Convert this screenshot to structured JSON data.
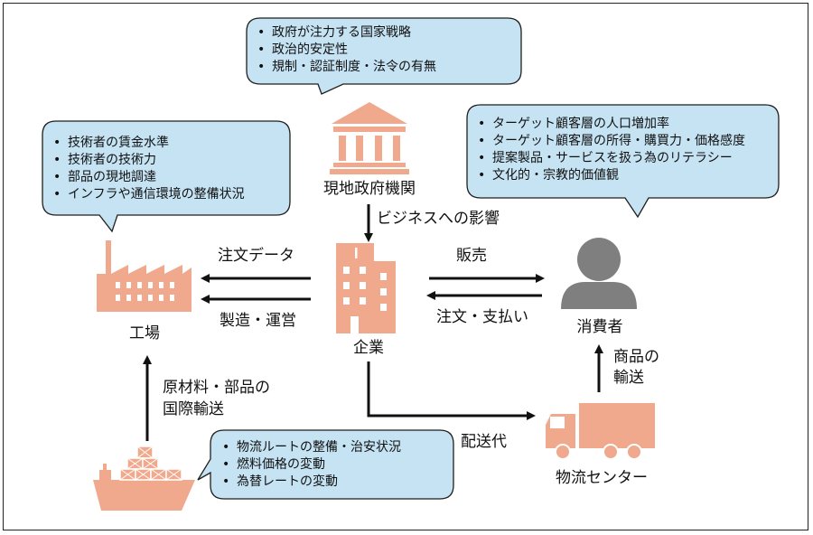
{
  "nodes": {
    "government": "現地政府機関",
    "company": "企業",
    "factory": "工場",
    "consumer": "消費者",
    "logistics_center": "物流センター"
  },
  "edges": {
    "business_impact": "ビジネスへの影響",
    "order_data": "注文データ",
    "manufacturing_operation": "製造・運営",
    "sales": "販売",
    "order_payment": "注文・支払い",
    "delivery_fee": "配送代",
    "product_transport": [
      "商品の",
      "輸送"
    ],
    "materials_transport": [
      "原材料・部品の",
      "国際輸送"
    ]
  },
  "bubbles": {
    "government": [
      "政府が注力する国家戦略",
      "政治的安定性",
      "規制・認証制度・法令の有無"
    ],
    "factory": [
      "技術者の賃金水準",
      "技術者の技術力",
      "部品の現地調達",
      "インフラや通信環境の整備状況"
    ],
    "consumer": [
      "ターゲット顧客層の人口増加率",
      "ターゲット顧客層の所得・購買力・価格感度",
      "提案製品・サービスを扱う為のリテラシー",
      "文化的・宗教的価値観"
    ],
    "logistics": [
      "物流ルートの整備・治安状況",
      "燃料価格の変動",
      "為替レートの変動"
    ]
  },
  "colors": {
    "bubble_fill": "#c5e3f3",
    "bubble_stroke": "#1f1f1f",
    "icon_fill": "#f0a98c",
    "person_fill": "#7f7f7f",
    "arrow": "#111111"
  },
  "icons": {
    "government": "government-building-icon",
    "company": "office-building-icon",
    "factory": "factory-icon",
    "consumer": "person-icon",
    "logistics_center": "truck-icon",
    "materials": "cargo-ship-icon"
  }
}
